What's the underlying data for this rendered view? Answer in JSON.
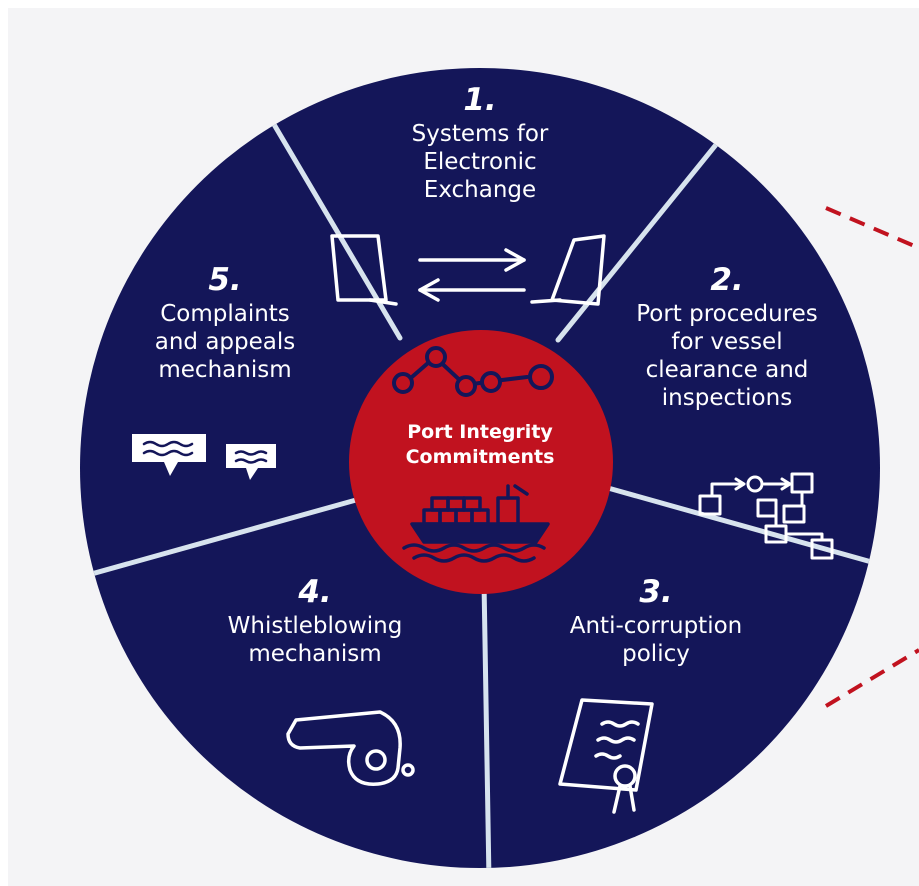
{
  "colors": {
    "background": "#f4f4f6",
    "wheel": "#141659",
    "center": "#c1121f",
    "divider": "#d7e3ee",
    "dashed": "#c1121f",
    "text": "#ffffff"
  },
  "center": {
    "title_line1": "Port Integrity",
    "title_line2": "Commitments",
    "icons": [
      "nodes-icon",
      "container-ship-icon"
    ]
  },
  "segments": [
    {
      "number": "1.",
      "title_lines": [
        "Systems for",
        "Electronic",
        "Exchange"
      ],
      "icon": "laptops-exchange-icon"
    },
    {
      "number": "2.",
      "title_lines": [
        "Port procedures",
        "for vessel",
        "clearance and",
        "inspections"
      ],
      "icon": "flowchart-icon"
    },
    {
      "number": "3.",
      "title_lines": [
        "Anti-corruption",
        "policy"
      ],
      "icon": "certificate-icon"
    },
    {
      "number": "4.",
      "title_lines": [
        "Whistleblowing",
        "mechanism"
      ],
      "icon": "whistle-icon"
    },
    {
      "number": "5.",
      "title_lines": [
        "Complaints",
        "and appeals",
        "mechanism"
      ],
      "icon": "speech-bubbles-icon"
    }
  ]
}
